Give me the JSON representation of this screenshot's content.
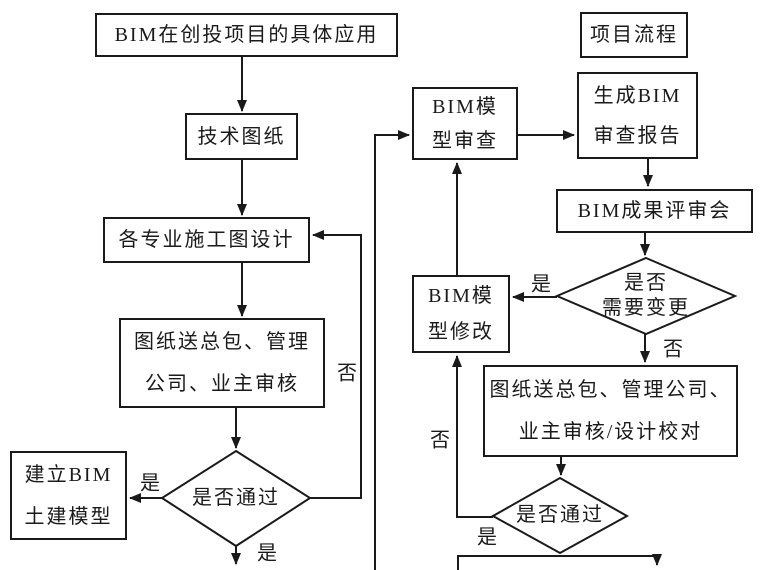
{
  "colors": {
    "line": "#1a1a1a",
    "background": "#ffffff"
  },
  "flowchart": {
    "boxes": {
      "bim_application": {
        "text": "BIM在创投项目的具体应用"
      },
      "tech_drawing": {
        "text": "技术图纸"
      },
      "discipline_design": {
        "text": "各专业施工图设计"
      },
      "drawing_review_1": {
        "line1": "图纸送总包、管理",
        "line2": "公司、业主审核"
      },
      "build_bim_civil_model": {
        "line1": "建立BIM",
        "line2": "土建模型"
      },
      "project_process": {
        "text": "项目流程"
      },
      "bim_model_review": {
        "line1": "BIM模",
        "line2": "型审查"
      },
      "generate_bim_report": {
        "line1": "生成BIM",
        "line2": "审查报告"
      },
      "bim_results_review_meeting": {
        "text": "BIM成果评审会"
      },
      "bim_model_modify": {
        "line1": "BIM模",
        "line2": "型修改"
      },
      "drawing_review_2": {
        "line1": "图纸送总包、管理公司、",
        "line2": "业主审核/设计校对"
      }
    },
    "decisions": {
      "pass_left": {
        "text": "是否通过"
      },
      "need_change": {
        "line1": "是否",
        "line2": "需要变更"
      },
      "pass_right": {
        "text": "是否通过"
      }
    },
    "labels": {
      "yes_pass_left_to_model": "是",
      "yes_pass_left_down": "是",
      "no_pass_left_loop": "否",
      "yes_need_change": "是",
      "no_need_change": "否",
      "no_pass_right_loop": "否",
      "yes_pass_right_down": "是"
    }
  }
}
